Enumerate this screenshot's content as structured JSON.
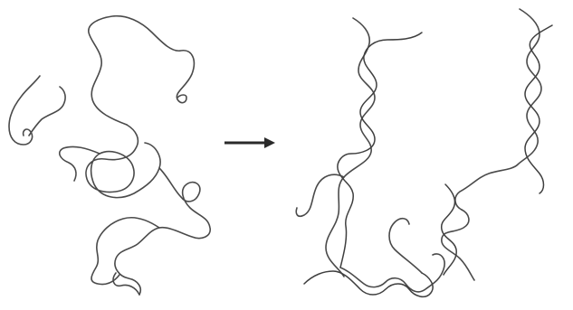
{
  "figure": {
    "panels": [
      {
        "panel": "disordered-coils"
      },
      {
        "panel": "helical-strands"
      }
    ],
    "arrow_direction": "right",
    "colors": {
      "strand": "#4a4a4a",
      "arrow": "#2a2a2a",
      "background": "#ffffff"
    }
  }
}
